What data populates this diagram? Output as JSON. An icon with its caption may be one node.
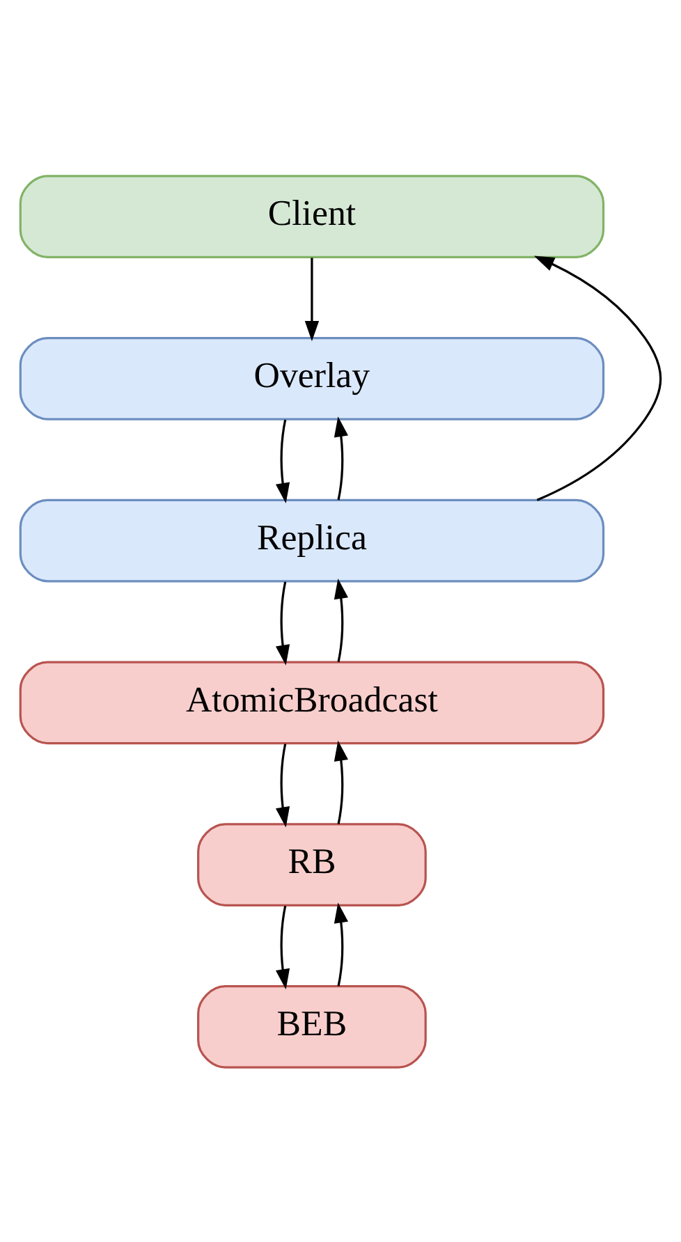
{
  "diagram": {
    "nodes": [
      {
        "text": [
          "Client"
        ]
      },
      {
        "text": [
          "Overlay"
        ]
      },
      {
        "text": [
          "Replica"
        ]
      },
      {
        "text": [
          "AtomicBroadcast"
        ]
      },
      {
        "text": [
          "RB"
        ]
      },
      {
        "text": [
          "BEB"
        ]
      }
    ],
    "edges": [
      {
        "from": 0,
        "to": 1,
        "arrow": "to"
      },
      {
        "from": 1,
        "to": 2,
        "arrow": "to"
      },
      {
        "from": 2,
        "to": 0,
        "arrow": "to"
      },
      {
        "from": 2,
        "to": 1,
        "arrow": "to"
      },
      {
        "from": 2,
        "to": 3,
        "arrow": "to"
      },
      {
        "from": 3,
        "to": 2,
        "arrow": "to"
      },
      {
        "from": 4,
        "to": 3,
        "arrow": "to"
      },
      {
        "from": 3,
        "to": 4,
        "arrow": "to"
      },
      {
        "from": 5,
        "to": 4,
        "arrow": "to"
      },
      {
        "from": 4,
        "to": 5,
        "arrow": "to"
      }
    ]
  }
}
